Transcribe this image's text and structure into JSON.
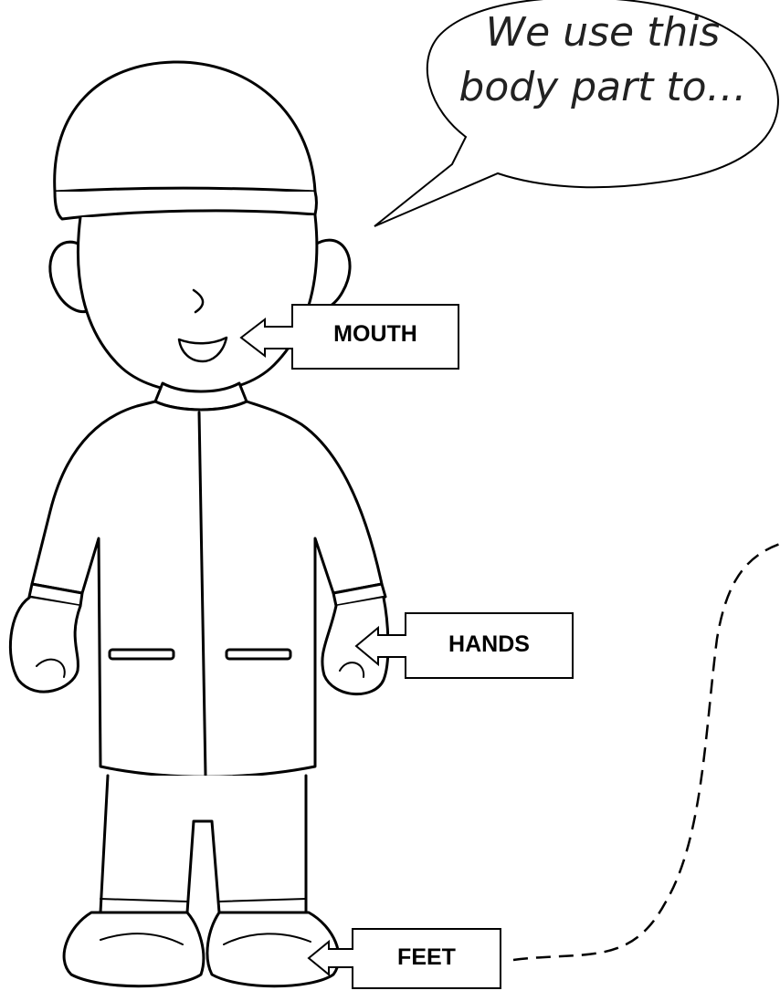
{
  "speech_bubble": {
    "line1": "We use this",
    "line2": "body part to…"
  },
  "labels": {
    "mouth": "MOUTH",
    "hands": "HANDS",
    "feet": "FEET"
  },
  "colors": {
    "ink": "#000000",
    "background": "#ffffff"
  },
  "icons": [
    "boy-figure",
    "speech-bubble",
    "arrow-label",
    "dashed-path"
  ]
}
